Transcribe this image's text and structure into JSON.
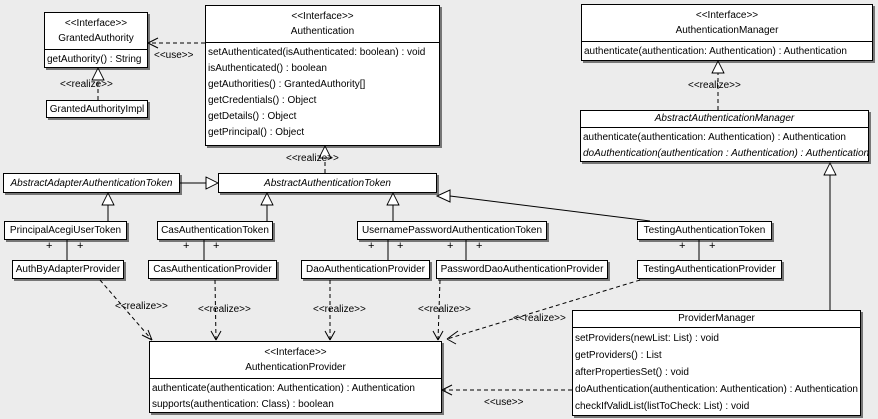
{
  "diagram": {
    "multiplicity": "+",
    "classes": {
      "granted_authority": {
        "stereotype": "<<Interface>>",
        "name": "GrantedAuthority",
        "methods": [
          "getAuthority() : String"
        ]
      },
      "granted_authority_impl": {
        "name": "GrantedAuthorityImpl"
      },
      "authentication": {
        "stereotype": "<<Interface>>",
        "name": "Authentication",
        "methods": [
          "setAuthenticated(isAuthenticated: boolean) : void",
          "isAuthenticated() : boolean",
          "getAuthorities() : GrantedAuthority[]",
          "getCredentials() : Object",
          "getDetails() : Object",
          "getPrincipal() : Object"
        ]
      },
      "authentication_manager": {
        "stereotype": "<<Interface>>",
        "name": "AuthenticationManager",
        "methods": [
          "authenticate(authentication: Authentication) : Authentication"
        ]
      },
      "abstract_authentication_manager": {
        "name": "AbstractAuthenticationManager",
        "methods": [
          "authenticate(authentication: Authentication) : Authentication",
          "doAuthentication(authentication : Authentication) : Authentication"
        ]
      },
      "abstract_adapter_authentication_token": {
        "name": "AbstractAdapterAuthenticationToken"
      },
      "abstract_authentication_token": {
        "name": "AbstractAuthenticationToken"
      },
      "principal_acegi_user_token": {
        "name": "PrincipalAcegiUserToken"
      },
      "cas_authentication_token": {
        "name": "CasAuthenticationToken"
      },
      "username_password_authentication_token": {
        "name": "UsernamePasswordAuthenticationToken"
      },
      "testing_authentication_token": {
        "name": "TestingAuthenticationToken"
      },
      "auth_by_adapter_provider": {
        "name": "AuthByAdapterProvider"
      },
      "cas_authentication_provider": {
        "name": "CasAuthenticationProvider"
      },
      "dao_authentication_provider": {
        "name": "DaoAuthenticationProvider"
      },
      "password_dao_authentication_provider": {
        "name": "PasswordDaoAuthenticationProvider"
      },
      "testing_authentication_provider": {
        "name": "TestingAuthenticationProvider"
      },
      "authentication_provider": {
        "stereotype": "<<Interface>>",
        "name": "AuthenticationProvider",
        "methods": [
          "authenticate(authentication: Authentication) : Authentication",
          "supports(authentication: Class) : boolean"
        ]
      },
      "provider_manager": {
        "name": "ProviderManager",
        "methods": [
          "setProviders(newList: List) : void",
          "getProviders() : List",
          "afterPropertiesSet() : void",
          "doAuthentication(authentication: Authentication) : Authentication",
          "checkIfValidList(listToCheck: List) : void"
        ]
      }
    },
    "edge_labels": [
      {
        "text": "<<use>>"
      },
      {
        "text": "<<realize>>"
      },
      {
        "text": "<<realize>>"
      },
      {
        "text": "<<realize>>"
      },
      {
        "text": "<<realize>>"
      },
      {
        "text": "<<realize>>"
      },
      {
        "text": "<<realize>>"
      },
      {
        "text": "<<realize>>"
      },
      {
        "text": "<<realize>>"
      },
      {
        "text": "<<use>>"
      }
    ]
  }
}
